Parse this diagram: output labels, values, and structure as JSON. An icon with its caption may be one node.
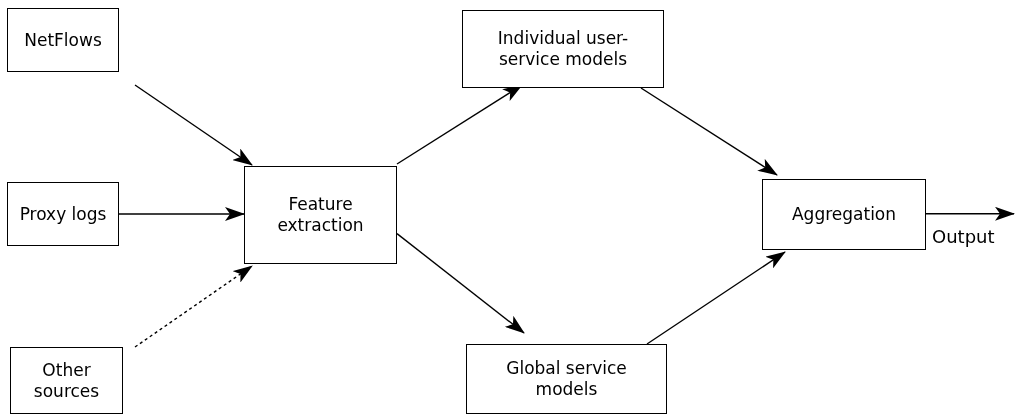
{
  "diagram": {
    "nodes": [
      {
        "text": [
          "NetFlows"
        ]
      },
      {
        "text": [
          "Proxy logs"
        ]
      },
      {
        "text": [
          "Other sources"
        ]
      },
      {
        "text": [
          "Feature extraction"
        ]
      },
      {
        "text": [
          "Individual user-service models"
        ]
      },
      {
        "text": [
          "Global service models"
        ]
      },
      {
        "text": [
          "Aggregation"
        ]
      }
    ],
    "edges": [
      {
        "from": 0,
        "to": 3,
        "arrow": "to"
      },
      {
        "from": 1,
        "to": 3,
        "arrow": "to"
      },
      {
        "from": 2,
        "to": 3,
        "arrow": "to",
        "style": "dashed"
      },
      {
        "from": 3,
        "to": 4,
        "arrow": "to"
      },
      {
        "from": 3,
        "to": 5,
        "arrow": "to"
      },
      {
        "from": 4,
        "to": 6,
        "arrow": "to"
      },
      {
        "from": 5,
        "to": 6,
        "arrow": "to"
      },
      {
        "from": 6,
        "to": null,
        "arrow": "to",
        "label": "Output"
      }
    ]
  }
}
